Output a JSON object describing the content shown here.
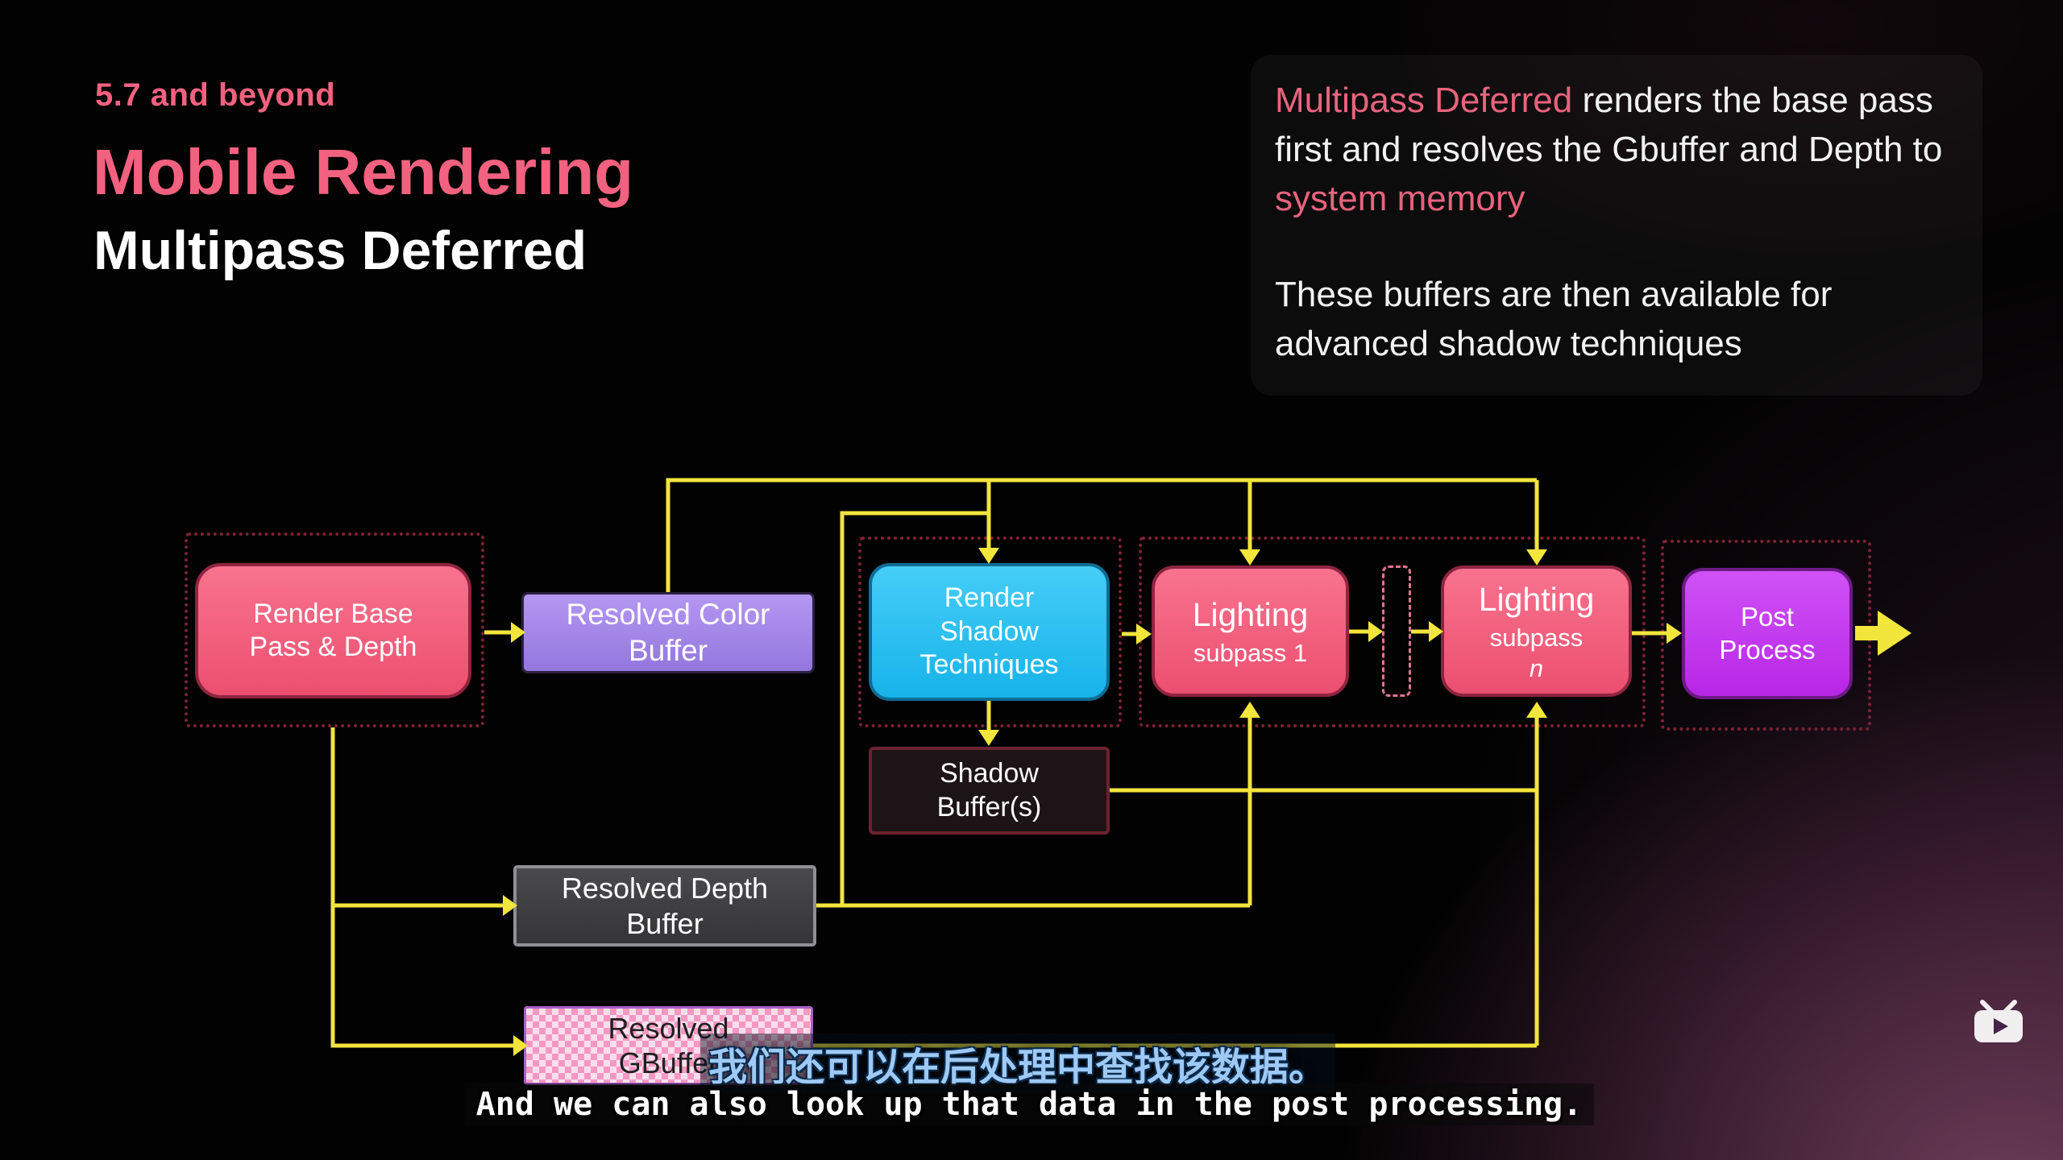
{
  "header": {
    "kicker": "5.7 and beyond",
    "title": "Mobile Rendering",
    "subtitle": "Multipass Deferred"
  },
  "info_panel": {
    "paragraph1": {
      "highlight1": "Multipass Deferred",
      "text1": " renders the base pass first and resolves the Gbuffer and Depth to ",
      "highlight2": "system memory"
    },
    "paragraph2": "These buffers are then available for advanced shadow techniques"
  },
  "diagram": {
    "render_base": {
      "lines": [
        "Render Base",
        "Pass & Depth"
      ]
    },
    "resolved_color": {
      "lines": [
        "Resolved Color",
        "Buffer"
      ]
    },
    "render_shadow": {
      "lines": [
        "Render",
        "Shadow",
        "Techniques"
      ]
    },
    "lighting_1": {
      "title": "Lighting",
      "subtitle": "subpass 1"
    },
    "lighting_n": {
      "title": "Lighting",
      "subtitle_prefix": "subpass ",
      "subtitle_var": "n"
    },
    "post_process": {
      "lines": [
        "Post",
        "Process"
      ]
    },
    "shadow_buffer": {
      "lines": [
        "Shadow",
        "Buffer(s)"
      ]
    },
    "resolved_depth": {
      "lines": [
        "Resolved Depth",
        "Buffer"
      ]
    },
    "resolved_gbuffer": {
      "lines": [
        "Resolved",
        "GBuffer"
      ]
    }
  },
  "subtitles": {
    "chinese": "我们还可以在后处理中查找该数据。",
    "english": "And we can also look up that data in the post processing."
  },
  "icons": {
    "bottom_right": "tv-play-icon"
  },
  "colors": {
    "accent_pink": "#f2617f",
    "node_pink": "#ee506f",
    "node_cyan": "#29c2f1",
    "node_purple": "#a78bec",
    "node_magenta": "#c53df2",
    "connector_yellow": "#f2e53c",
    "dotted_frame": "#7e2136"
  }
}
